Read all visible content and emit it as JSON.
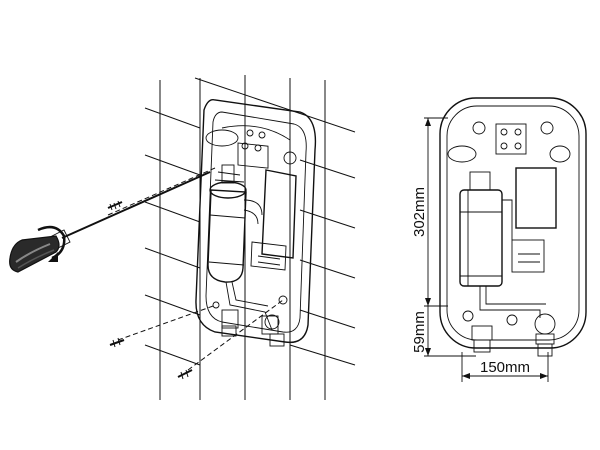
{
  "dimensions": {
    "height_upper": "302mm",
    "height_lower": "59mm",
    "width": "150mm"
  },
  "colors": {
    "line": "#111111",
    "body_fill": "#e9e9e9",
    "inner_fill": "#f4f4f4",
    "tank_fill": "#d9d9d9",
    "screwdriver_handle": "#2a2a2a"
  }
}
